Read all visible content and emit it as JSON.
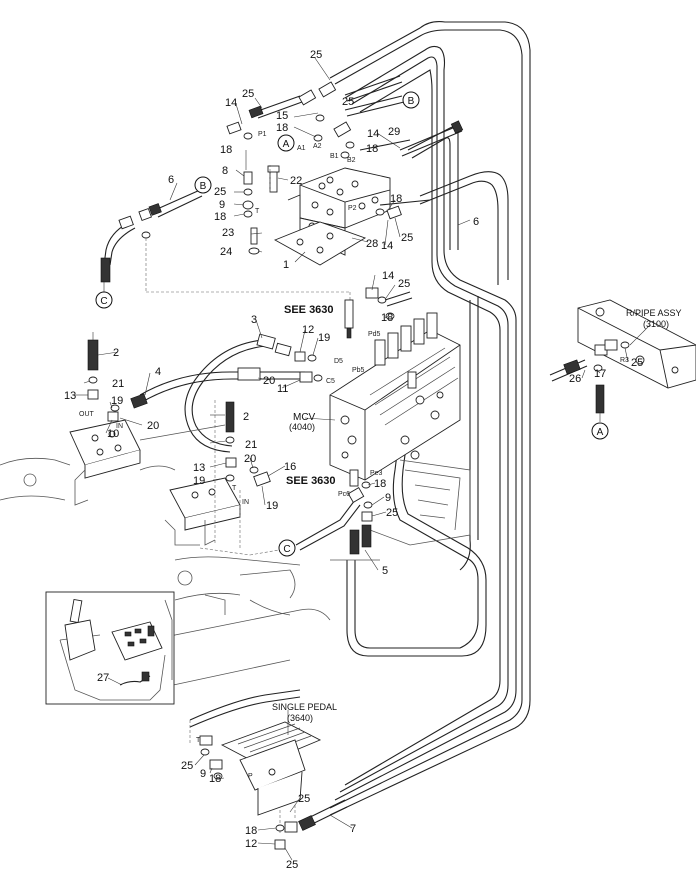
{
  "connectors": {
    "A": "A",
    "B": "B",
    "C": "C"
  },
  "port_labels": {
    "p1": "P1",
    "a1": "A1",
    "a2": "A2",
    "b1": "B1",
    "b2": "B2",
    "p2": "P2",
    "t": "T",
    "pd5": "Pd5",
    "d5": "D5",
    "c5": "C5",
    "pb5": "Pb5",
    "pc6": "Pc6",
    "pe3": "Pe3",
    "r3": "R3",
    "out": "OUT",
    "in": "IN",
    "t2": "T",
    "p": "P"
  },
  "references": {
    "see_top": "SEE 3630",
    "see_mid": "SEE 3630",
    "mcv": "MCV",
    "mcv_num": "(4040)",
    "pipe_assy": "R/PIPE ASSY",
    "pipe_assy_num": "(3100)",
    "single_pedal": "SINGLE PEDAL",
    "single_pedal_num": "(3640)"
  },
  "part_numbers": {
    "top_25": "25",
    "top_25b": "25",
    "top_14": "14",
    "top_25c": "25",
    "top_15": "15",
    "top_18": "18",
    "top_14b": "14",
    "top_29": "29",
    "top_18b": "18",
    "top_8": "8",
    "top_22": "22",
    "top_25d": "25",
    "top_9": "9",
    "top_18c": "18",
    "top_18d": "18",
    "top_23": "23",
    "top_24": "24",
    "top_1": "1",
    "top_28": "28",
    "top_25e": "25",
    "top_14c": "14",
    "top_6": "6",
    "top_18e": "18",
    "right_6": "6",
    "mid_14": "14",
    "mid_25": "25",
    "mid_18": "18",
    "mid_3": "3",
    "mid_12": "12",
    "mid_19": "19",
    "mid_2": "2",
    "mid_4": "4",
    "mid_21": "21",
    "mid_13": "13",
    "mid_19b": "19",
    "mid_10": "10",
    "mid_20": "20",
    "mid_20b": "20",
    "mid_11": "11",
    "mid_2b": "2",
    "mid_21b": "21",
    "mid_13b": "13",
    "mid_19c": "19",
    "mid_20c": "20",
    "mid_16": "16",
    "mid_19d": "19",
    "mid_18b": "18",
    "mid_9": "9",
    "mid_25b": "25",
    "mid_5": "5",
    "assy_25": "25",
    "assy_26": "26",
    "assy_17": "17",
    "cab_27": "27",
    "ped_25": "25",
    "ped_9": "9",
    "ped_18": "18",
    "ped_25b": "25",
    "ped_7": "7",
    "ped_18b": "18",
    "ped_12": "12",
    "ped_25c": "25"
  }
}
